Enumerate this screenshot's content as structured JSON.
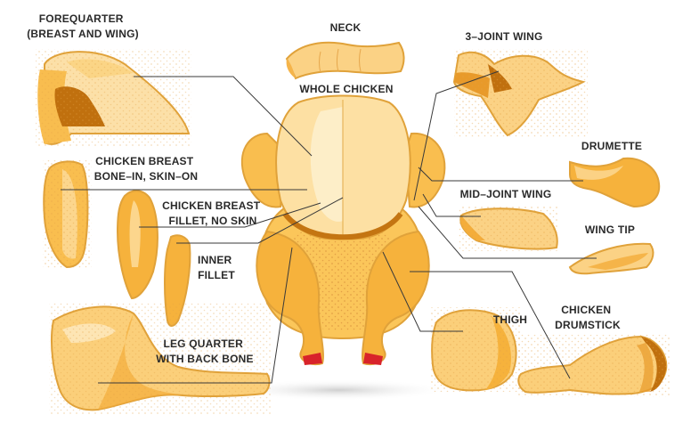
{
  "colors": {
    "meat_light": "#fce3ad",
    "meat_mid": "#f9be4f",
    "meat_dark": "#e89a2a",
    "bone_dark": "#c0700e",
    "outline": "#e0a23a",
    "leader": "#3a3a3a",
    "text": "#2a2a2a",
    "shadow": "#dcdcdc",
    "foot_red": "#d8232a"
  },
  "labels": {
    "forequarter": [
      "FOREQUARTER",
      "(BREAST AND WING)"
    ],
    "neck": [
      "NECK"
    ],
    "three_joint_wing": [
      "3–JOINT WING"
    ],
    "whole_chicken": [
      "WHOLE CHICKEN"
    ],
    "breast_bone_in": [
      "CHICKEN BREAST",
      "BONE–IN, SKIN–ON"
    ],
    "drumette": [
      "DRUMETTE"
    ],
    "breast_fillet": [
      "CHICKEN BREAST",
      "FILLET, NO SKIN"
    ],
    "mid_joint_wing": [
      "MID–JOINT WING"
    ],
    "wing_tip": [
      "WING TIP"
    ],
    "inner_fillet": [
      "INNER",
      "FILLET"
    ],
    "thigh": [
      "THIGH"
    ],
    "drumstick": [
      "CHICKEN",
      "DRUMSTICK"
    ],
    "leg_quarter": [
      "LEG QUARTER",
      "WITH BACK BONE"
    ]
  }
}
